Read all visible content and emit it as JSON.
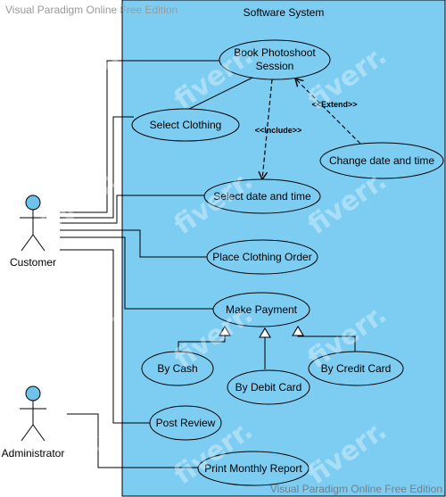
{
  "watermark": {
    "top": "Visual Paradigm Online Free Edition",
    "bottom": "Visual Paradigm Online Free Edition",
    "stamp": "fiverr."
  },
  "system": {
    "title": "Software System"
  },
  "actors": {
    "customer": "Customer",
    "administrator": "Administrator"
  },
  "use_cases": {
    "book_photoshoot": [
      "Book Photoshoot",
      "Session"
    ],
    "select_clothing": "Select Clothing",
    "change_date": "Change date and time",
    "select_date": "Select date and time",
    "place_order": "Place Clothing Order",
    "make_payment": "Make Payment",
    "by_cash": "By Cash",
    "by_debit": "By Debit Card",
    "by_credit": "By Credit Card",
    "post_review": "Post Review",
    "print_report": "Print Monthly Report"
  },
  "relations": {
    "include": "<<Include>>",
    "extend": "<<Extend>>"
  },
  "colors": {
    "system_fill": "#7dcdf3",
    "actor_head": "#6ec3ea",
    "line": "#000000"
  }
}
